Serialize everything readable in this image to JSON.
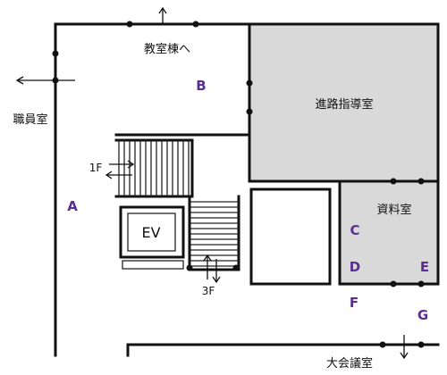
{
  "rooms": {
    "guidance_room": "進路指導室",
    "materials_room": "資料室",
    "staff_room": "職員室",
    "to_classroom_building": "教室棟へ",
    "assembly_room": "大会議室",
    "elevator": "EV"
  },
  "floors": {
    "first": "1F",
    "third": "3F"
  },
  "markers": {
    "a": "A",
    "b": "B",
    "c": "C",
    "d": "D",
    "e": "E",
    "f": "F",
    "g": "G"
  },
  "colors": {
    "marker": "#5b2e91",
    "room_fill": "#d9d9d9",
    "wall": "#111111"
  }
}
